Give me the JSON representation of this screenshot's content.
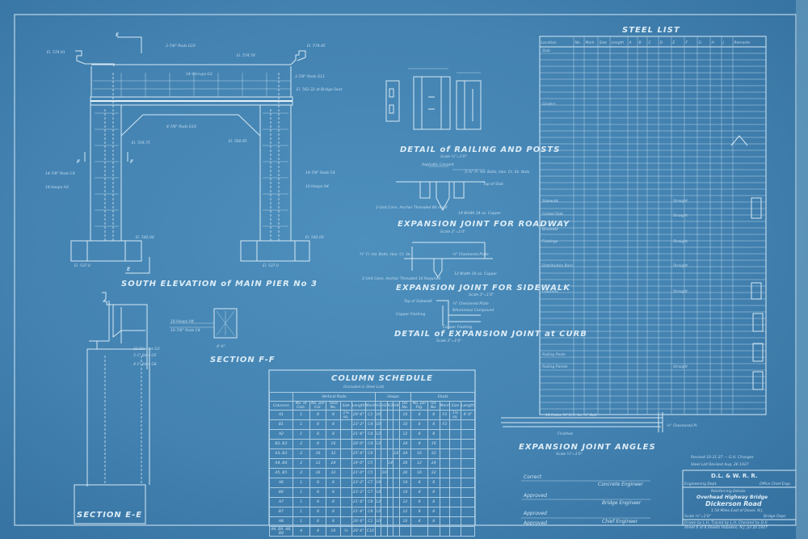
{
  "sheet": {
    "pier_elevation": {
      "title": "SOUTH ELEVATION of MAIN PIER No 3",
      "section_marks": [
        "E",
        "E",
        "F",
        "F"
      ],
      "notes": [
        "El. 574.91",
        "El. 574.45",
        "El. 574.74",
        "3-7/8\" Rods G10",
        "3-7/8\" Rods G11",
        "El. 562.32 at Bridge Seat",
        "14-Stirrups G3",
        "El. 559.75",
        "El. 560.85",
        "4-7/8\" Rods G10",
        "14-7/8\" Rods C4",
        "14-7/8\" Rods C4",
        "18 Hoops H3",
        "10 Hoops H4",
        "El. 542.00",
        "El. 542.00",
        "El. 537.0",
        "El. 537.0"
      ]
    },
    "section_ee": {
      "title": "SECTION E-E",
      "notes": [
        "22 Stirrups G3",
        "3-1\" Bars G5",
        "4-1\" Bars G8"
      ]
    },
    "section_ff": {
      "title": "SECTION F-F",
      "notes": [
        "18 Hoops H4",
        "16-7/8\" Rods C4",
        "4'-0\""
      ]
    },
    "railing": {
      "title": "DETAIL of RAILING AND POSTS",
      "scale": "Scale ¾\"=1'0\""
    },
    "roadway_joint": {
      "title": "EXPANSION JOINT FOR ROADWAY",
      "scale": "Scale 3\"=1'0\"",
      "notes": [
        "Asphaltic Cement",
        "3-⅞\" Fl. Hd. Bolts, Hex. Ct. Sk. Nuts",
        "2-Unit Conn. Anchor Threaded 80 req'd",
        "Top of Slab",
        "14 Width 14 oz. Copper"
      ]
    },
    "sidewalk_joint": {
      "title": "EXPANSION JOINT FOR SIDEWALK",
      "scale": "Scale 3\"=1'0\"",
      "notes": [
        "¾\" Fl. Hd. Bolts, Hex. Ct. Sk.",
        "¼\" Checkered Plate",
        "2-Unit Conn. Anchor Threaded 10 Required",
        "12 Width 16 oz. Copper"
      ]
    },
    "curb_joint": {
      "title": "DETAIL of EXPANSION JOINT at CURB",
      "scale": "Scale 3\"=1'0\"",
      "notes": [
        "Top of Sidewalk",
        "¼\" Checkered Plate",
        "Copper Flashing",
        "Bituminous Compound",
        "Copper Flashing"
      ]
    },
    "joint_angles": {
      "title": "EXPANSION JOINT ANGLES",
      "scale": "Scale ¾\"=1'0\"",
      "notes": [
        "18 Holes ⅞\" C.S. for ¾\" Bolt",
        "Finished",
        "¼\" Checkered Pl."
      ]
    },
    "column_schedule": {
      "title": "COLUMN SCHEDULE",
      "subtitle": "(Included in Steel List)",
      "groups": [
        "Vertical Rods",
        "Hoops",
        "Studs"
      ],
      "headers": [
        "Columns",
        "No. of Cols.",
        "No. per Col.",
        "Total No.",
        "Size",
        "Length",
        "Mark",
        "H1",
        "H2",
        "H3",
        "H4",
        "Tot. No.",
        "No. per Ftg.",
        "Tot. No.",
        "Mark",
        "Size",
        "Length"
      ],
      "rows": [
        [
          "A1",
          "1",
          "8",
          "8",
          "1⅛ sq.",
          "20'-6\"",
          "C1",
          "10",
          "",
          "",
          "",
          "10",
          "8",
          "8",
          "F3",
          "1⅛ sq.",
          "4'-0\""
        ],
        [
          "B1",
          "1",
          "8",
          "8",
          "",
          "23'-2\"",
          "C4",
          "10",
          "",
          "",
          "",
          "10",
          "8",
          "8",
          "F3",
          "",
          ""
        ],
        [
          "A2",
          "1",
          "8",
          "8",
          "",
          "21'-6\"",
          "C4",
          "12",
          "",
          "",
          "",
          "12",
          "8",
          "8",
          "",
          "",
          ""
        ],
        [
          "B2, B3",
          "2",
          "8",
          "16",
          "",
          "20'-0\"",
          "C4",
          "12",
          "",
          "",
          "",
          "24",
          "8",
          "16",
          "",
          "",
          ""
        ],
        [
          "A3, B3",
          "2",
          "16",
          "32",
          "",
          "25'-6\"",
          "C6",
          "",
          "",
          "",
          "16",
          "24",
          "16",
          "32",
          "",
          "",
          ""
        ],
        [
          "A4, B4",
          "2",
          "12",
          "24",
          "",
          "19'-0\"",
          "C5",
          "",
          "",
          "14",
          "",
          "28",
          "12",
          "24",
          "",
          "",
          ""
        ],
        [
          "A5, B5",
          "2",
          "16",
          "32",
          "",
          "21'-0\"",
          "C5",
          "",
          "10",
          "",
          "",
          "20",
          "16",
          "32",
          "",
          "",
          ""
        ],
        [
          "A6",
          "1",
          "8",
          "8",
          "",
          "23'-2\"",
          "C7",
          "14",
          "",
          "",
          "",
          "14",
          "8",
          "8",
          "",
          "",
          ""
        ],
        [
          "B6",
          "1",
          "8",
          "8",
          "",
          "23'-2\"",
          "C7",
          "14",
          "",
          "",
          "",
          "14",
          "8",
          "8",
          "",
          "",
          ""
        ],
        [
          "A7",
          "1",
          "8",
          "8",
          "",
          "21'-6\"",
          "C8",
          "12",
          "",
          "",
          "",
          "12",
          "8",
          "8",
          "",
          "",
          ""
        ],
        [
          "B7",
          "1",
          "8",
          "8",
          "",
          "21'-6\"",
          "C8",
          "12",
          "",
          "",
          "",
          "12",
          "8",
          "8",
          "",
          "",
          ""
        ],
        [
          "A8",
          "1",
          "8",
          "8",
          "",
          "20'-6\"",
          "C1",
          "10",
          "",
          "",
          "",
          "10",
          "8",
          "8",
          "",
          "",
          ""
        ],
        [
          "A9, B9, A8, B8",
          "4",
          "4",
          "16",
          "¾",
          "20'-6\"",
          "C10",
          "",
          "",
          "",
          "",
          "",
          "",
          "",
          "",
          "",
          ""
        ]
      ]
    },
    "steel_list": {
      "title": "STEEL LIST",
      "headers": [
        "Location",
        "No.",
        "Mark",
        "Size",
        "Length",
        "A",
        "B",
        "C",
        "D",
        "E",
        "F",
        "G",
        "H",
        "J",
        "Remarks"
      ],
      "locations": [
        "Slab",
        "Girders",
        "Sidewalk",
        "Corbel Slab",
        "Brackets",
        "Footings",
        "Distribution Bars",
        "Columns",
        "Railing Posts",
        "Railing Panels"
      ],
      "remarks": [
        "Straight",
        "Straight",
        "Straight",
        "Straight",
        "Straight",
        "Straight"
      ]
    },
    "approvals": [
      {
        "label": "Correct",
        "role": "Concrete Engineer"
      },
      {
        "label": "Approved",
        "role": "Bridge Engineer"
      },
      {
        "label": "Approved",
        "role": "Chief Engineer"
      },
      {
        "label": "Approved",
        "role": ""
      }
    ],
    "revisions": [
      "Revised 10-31-27 — G.H. Changes",
      "Steel List Revised Aug. 26 1927"
    ],
    "title_block": {
      "railroad": "D.L. & W. R. R.",
      "dept_left": "Engineering Dept.",
      "dept_right": "Office Chief Engr.",
      "line1": "Reinforcing Details",
      "line2": "Overhead Highway Bridge",
      "line3": "Dickerson Road",
      "line4": "1.54 Miles East of Dover, N.J.",
      "scale": "Scale ¼\"=1'0\"",
      "dept": "Bridge Dept.",
      "drawn": "Drawn by L.H.   Traced by L.H.   Checked by D.K.",
      "sheet": "Sheet 6 of 8 Sheets   Hoboken, N.J. Jul 20 1927"
    }
  }
}
